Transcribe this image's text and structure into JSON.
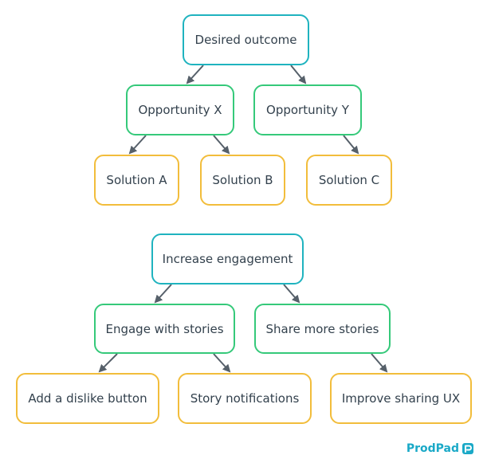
{
  "colors": {
    "goal_border": "#1fb3bf",
    "opportunity_border": "#35c97a",
    "solution_border": "#f2bd3b",
    "arrow": "#56606a",
    "text": "#33414d",
    "logo_text": "#1aa9c7",
    "logo_icon": "#1aa9c7"
  },
  "trees": [
    {
      "goal": {
        "label": "Desired outcome"
      },
      "opportunities": [
        {
          "label": "Opportunity X",
          "solutions": [
            {
              "label": "Solution A"
            },
            {
              "label": "Solution B"
            }
          ]
        },
        {
          "label": "Opportunity Y",
          "solutions": [
            {
              "label": "Solution C"
            }
          ]
        }
      ]
    },
    {
      "goal": {
        "label": "Increase engagement"
      },
      "opportunities": [
        {
          "label": "Engage with stories",
          "solutions": [
            {
              "label": "Add a dislike button"
            },
            {
              "label": "Story notifications"
            }
          ]
        },
        {
          "label": "Share more stories",
          "solutions": [
            {
              "label": "Improve sharing UX"
            }
          ]
        }
      ]
    }
  ],
  "brand": {
    "name": "ProdPad",
    "icon": "prodpad-logo-icon"
  }
}
